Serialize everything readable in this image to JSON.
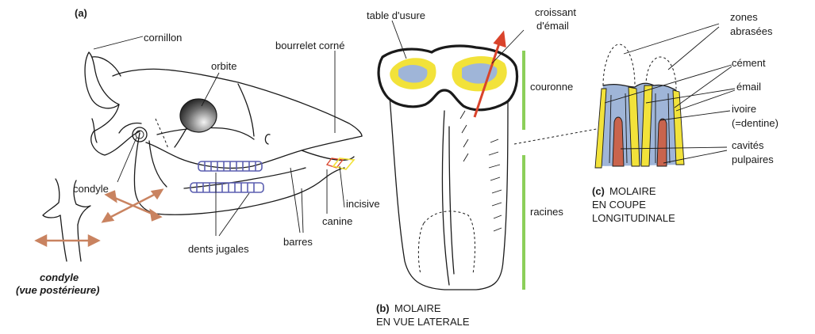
{
  "panel_a": {
    "letter": "(a)",
    "labels": {
      "cornillon": "cornillon",
      "orbite": "orbite",
      "bourrelet": "bourrelet corné",
      "condyle": "condyle",
      "incisive": "incisive",
      "canine": "canine",
      "dents_jugales": "dents jugales",
      "barres": "barres",
      "condyle_vue_1": "condyle",
      "condyle_vue_2": "(vue postérieure)"
    }
  },
  "panel_b": {
    "letter": "(b)",
    "labels": {
      "table_usure": "table d'usure",
      "croissant_1": "croissant",
      "croissant_2": "d'émail",
      "couronne": "couronne",
      "racines": "racines"
    },
    "caption_1": "MOLAIRE",
    "caption_2": "EN VUE LATERALE"
  },
  "panel_c": {
    "letter": "(c)",
    "labels": {
      "zones_1": "zones",
      "zones_2": "abrasées",
      "cement": "cément",
      "email": "émail",
      "ivoire_1": "ivoire",
      "ivoire_2": "(=dentine)",
      "cavites_1": "cavités",
      "cavites_2": "pulpaires"
    },
    "caption_1": "MOLAIRE",
    "caption_2": "EN COUPE",
    "caption_3": "LONGITUDINALE"
  },
  "colors": {
    "enamel_yellow": "#f2e23a",
    "dentine_blue": "#9fb5d8",
    "pulp_red": "#c9644d",
    "arrow_red": "#d9432b",
    "arrow_orange": "#c98360",
    "zone_green": "#8ccf5a",
    "teeth_blue": "#5b5fb0"
  }
}
